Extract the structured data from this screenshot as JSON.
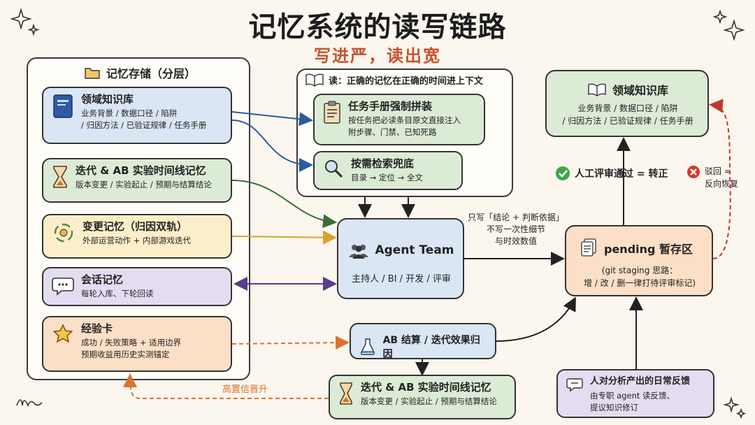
{
  "title": "记忆系统的读写链路",
  "subtitle": "写进严，读出宽",
  "storage": {
    "header": "记忆存储（分层）",
    "domain": {
      "title": "领域知识库",
      "line1": "业务背景 / 数据口径 / 陷阱",
      "line2": "/ 归因方法 / 已验证规律 / 任务手册"
    },
    "timeline": {
      "title": "迭代 & AB 实验时间线记忆",
      "line1": "版本变更 / 实验起止 / 预期与结算结论"
    },
    "change": {
      "title": "变更记忆（归因双轨）",
      "line1": "外部运营动作 + 内部游戏迭代"
    },
    "session": {
      "title": "会话记忆",
      "line1": "每轮入库、下轮回读"
    },
    "experience": {
      "title": "经验卡",
      "line1": "成功 / 失败策略 + 适用边界",
      "line2": "预期收益用历史实测锚定"
    }
  },
  "read": {
    "header": "读：正确的记忆在正确的时间进上下文",
    "manual": {
      "title": "任务手册强制拼装",
      "line1": "按任务把必读条目原文直接注入",
      "line2": "附步骤、门禁、已知死路"
    },
    "search": {
      "title": "按需检索兜底",
      "line1": "目录 → 定位 → 全文"
    }
  },
  "agent": {
    "title": "Agent Team",
    "roles": "主持人 / BI / 开发 / 评审"
  },
  "write_note": {
    "line1": "只写「结论 + 判断依据」",
    "line2": "不写一次性细节",
    "line3": "与时效数值"
  },
  "pending": {
    "title": "pending 暂存区",
    "line1": "(git staging 思路：",
    "line2": "增 / 改 / 删一律打待评审标记)"
  },
  "domain_right": {
    "title": "领域知识库",
    "line1": "业务背景 / 数据口径 / 陷阱",
    "line2": "/ 归因方法 / 已验证规律 / 任务手册"
  },
  "approve": "人工评审通过 = 转正",
  "reject": {
    "line1": "驳回 =",
    "line2": "反向恢复"
  },
  "ab": {
    "title": "AB 结算 / 迭代效果归因"
  },
  "timeline_bottom": {
    "title": "迭代 & AB 实验时间线记忆",
    "line1": "版本变更 / 实验起止 / 预期与结算结论"
  },
  "feedback": {
    "title": "人对分析产出的日常反馈",
    "line1": "由专职 agent 读反馈、",
    "line2": "提议知识修订"
  },
  "promote": "高置信晋升",
  "colors": {
    "blue_arrow": "#2c5aa0",
    "green_arrow": "#3e6b3a",
    "purple_arrow": "#5a3c8a",
    "orange_arrow": "#d9742f",
    "red_arrow": "#c0392b",
    "subtitle": "#c9532f"
  }
}
